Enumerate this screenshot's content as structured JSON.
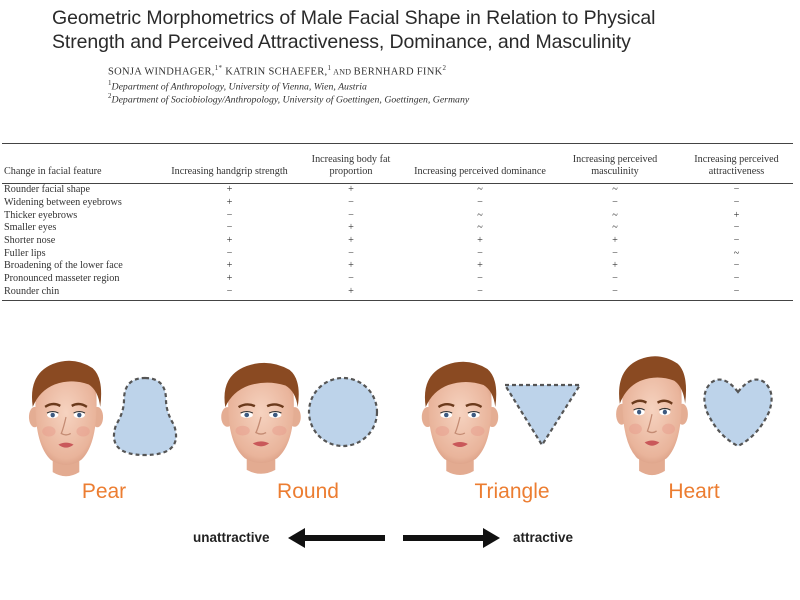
{
  "paper": {
    "title_line1": "Geometric Morphometrics of Male Facial Shape in Relation to Physical",
    "title_line2": "Strength and Perceived Attractiveness, Dominance, and Masculinity",
    "authors": "SONJA WINDHAGER,",
    "authors_sup1": "1*",
    "author2": " KATRIN SCHAEFER,",
    "authors_sup2": "1",
    "and_word": " AND ",
    "author3": "BERNHARD FINK",
    "authors_sup3": "2",
    "affil1_sup": "1",
    "affil1": "Department of Anthropology, University of Vienna, Wien, Austria",
    "affil2_sup": "2",
    "affil2": "Department of Sociobiology/Anthropology, University of Goettingen, Goettingen, Germany"
  },
  "table": {
    "headers": [
      "Change in facial feature",
      "Increasing handgrip strength",
      "Increasing body fat proportion",
      "Increasing perceived dominance",
      "Increasing perceived masculinity",
      "Increasing perceived attractiveness"
    ],
    "rows": [
      [
        "Rounder facial shape",
        "+",
        "+",
        "~",
        "~",
        "−"
      ],
      [
        "Widening between eyebrows",
        "+",
        "−",
        "−",
        "−",
        "−"
      ],
      [
        "Thicker eyebrows",
        "−",
        "−",
        "~",
        "~",
        "+"
      ],
      [
        "Smaller eyes",
        "−",
        "+",
        "~",
        "~",
        "−"
      ],
      [
        "Shorter nose",
        "+",
        "+",
        "+",
        "+",
        "−"
      ],
      [
        "Fuller lips",
        "−",
        "−",
        "−",
        "−",
        "~"
      ],
      [
        "Broadening of the lower face",
        "+",
        "+",
        "+",
        "+",
        "−"
      ],
      [
        "Pronounced masseter region",
        "+",
        "−",
        "−",
        "−",
        "−"
      ],
      [
        "Rounder chin",
        "−",
        "+",
        "−",
        "−",
        "−"
      ]
    ]
  },
  "shapes": {
    "pear": "Pear",
    "round": "Round",
    "triangle": "Triangle",
    "heart": "Heart",
    "fill_color": "#bdd3ea",
    "label_color": "#ec7d31"
  },
  "scale": {
    "left_label": "unattractive",
    "right_label": "attractive"
  }
}
